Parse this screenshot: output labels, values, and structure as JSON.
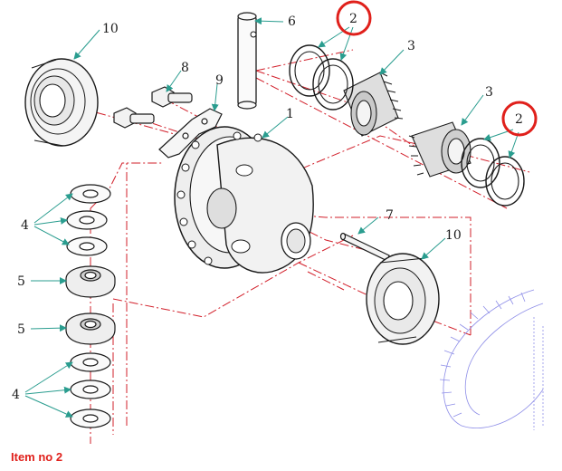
{
  "diagram": {
    "callouts": {
      "c1": "1",
      "c2a": "2",
      "c2b": "2",
      "c3a": "3",
      "c3b": "3",
      "c4a": "4",
      "c4b": "4",
      "c5a": "5",
      "c5b": "5",
      "c6": "6",
      "c7": "7",
      "c8": "8",
      "c9": "9",
      "c10a": "10",
      "c10b": "10"
    },
    "colors": {
      "leader": "#2a9d8f",
      "centerline": "#d21f2a",
      "highlight": "#e0201b",
      "crown_gear": "#8f8fe8",
      "ink": "#1a1a1a"
    }
  },
  "caption": "Item no 2"
}
